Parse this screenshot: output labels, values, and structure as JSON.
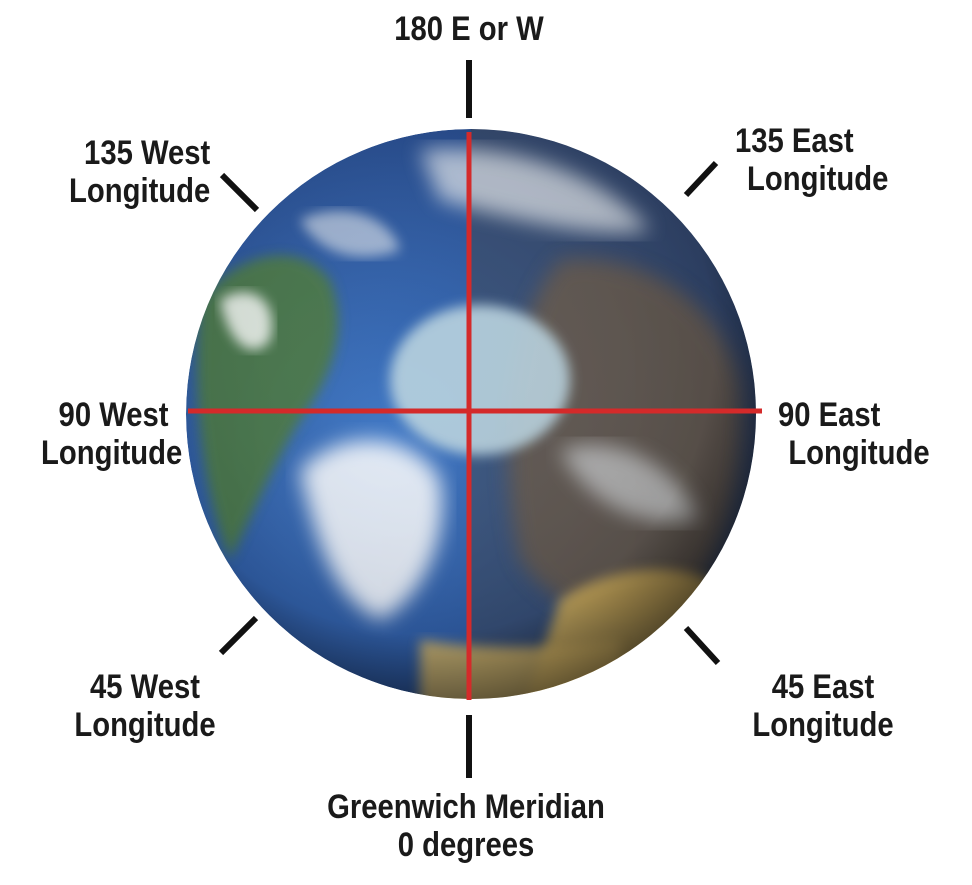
{
  "labels": {
    "top": "180 E or W",
    "nw": [
      "135 West",
      "Longitude"
    ],
    "ne": [
      "135 East",
      "Longitude"
    ],
    "w": [
      "90 West",
      "Longitude"
    ],
    "e": [
      "90 East",
      "Longitude"
    ],
    "sw": [
      "45 West",
      "Longitude"
    ],
    "se": [
      "45 East",
      "Longitude"
    ],
    "bottom": [
      "Greenwich Meridian",
      "0 degrees"
    ]
  },
  "colors": {
    "meridian_line": "#d42a2a",
    "tick_marks": "#111111",
    "ocean": "#2a5fb0",
    "ice": "#b9d3df",
    "land_desert": "#c9a95a"
  }
}
